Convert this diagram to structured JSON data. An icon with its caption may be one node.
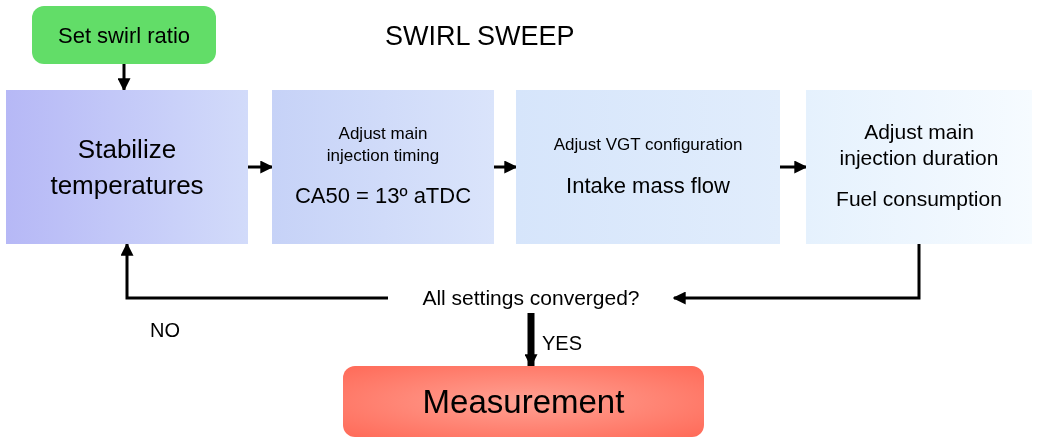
{
  "diagram": {
    "title": "SWIRL SWEEP",
    "nodes": [
      {
        "text": [
          "Set swirl ratio"
        ]
      },
      {
        "text": [
          "Stabilize temperatures"
        ]
      },
      {
        "text": [
          "Adjust main injection timing",
          "CA50 = 13º aTDC"
        ]
      },
      {
        "text": [
          "Adjust VGT configuration",
          "Intake mass flow"
        ]
      },
      {
        "text": [
          "Adjust main injection duration",
          "Fuel consumption"
        ]
      },
      {
        "text": [
          "All settings converged?"
        ]
      },
      {
        "text": [
          "Measurement"
        ]
      }
    ],
    "edges": [
      {
        "from": 0,
        "to": 1,
        "arrow": "to"
      },
      {
        "from": 1,
        "to": 2,
        "arrow": "to"
      },
      {
        "from": 2,
        "to": 3,
        "arrow": "to"
      },
      {
        "from": 3,
        "to": 4,
        "arrow": "to"
      },
      {
        "from": 4,
        "to": 5,
        "arrow": "to"
      },
      {
        "from": 5,
        "to": 1,
        "arrow": "to",
        "label": "NO"
      },
      {
        "from": 5,
        "to": 6,
        "arrow": "to",
        "label": "YES",
        "style": "thick"
      }
    ]
  }
}
